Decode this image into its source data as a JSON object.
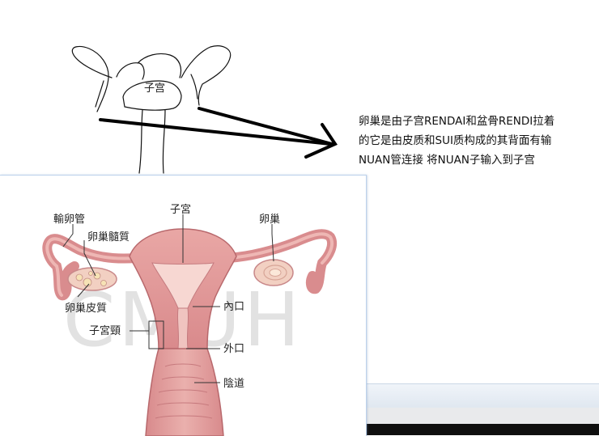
{
  "sketch": {
    "label": "子宫"
  },
  "note": {
    "lines": [
      "卵巢是由子宫RENDAI和盆骨RENDI拉着",
      "的它是由皮质和SUI质构成的其背面有输",
      "NUAN管连接 将NUAN子输入到子宫"
    ]
  },
  "figure": {
    "watermark": "CMUH",
    "labels": {
      "uterus": "子宮",
      "fallopian_tube": "輸卵管",
      "ovarian_medulla": "卵巢髓質",
      "ovary": "卵巢",
      "ovarian_cortex": "卵巢皮質",
      "internal_os": "內口",
      "cervix": "子宮頸",
      "external_os": "外口",
      "vagina": "陰道"
    }
  },
  "colors": {
    "tissue": "#e8a3a3",
    "tissue_dark": "#c56f72",
    "tissue_light": "#f3c9c5",
    "ink": "#000000"
  }
}
